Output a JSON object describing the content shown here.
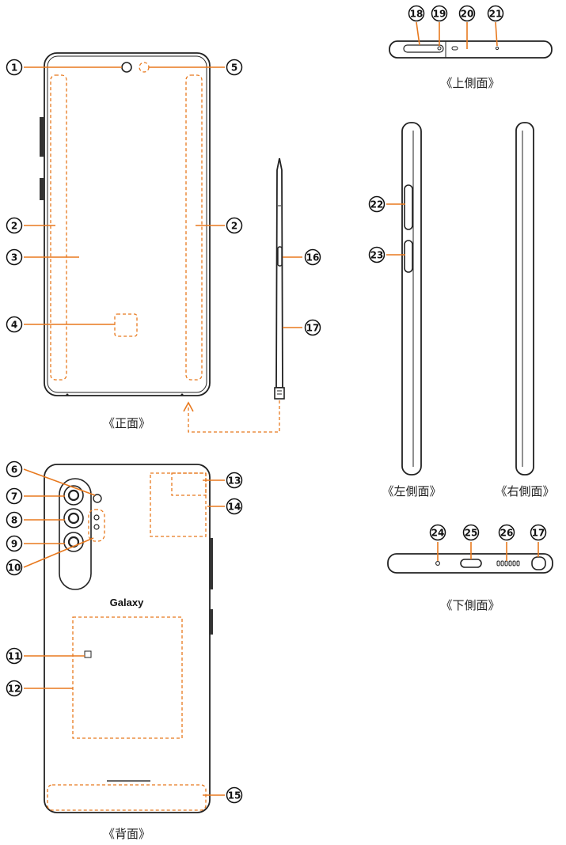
{
  "captions": {
    "front": "《正面》",
    "back": "《背面》",
    "top": "《上側面》",
    "left": "《左側面》",
    "right": "《右側面》",
    "bottom": "《下側面》"
  },
  "brand": "Galaxy",
  "callouts": [
    "1",
    "2",
    "3",
    "4",
    "5",
    "6",
    "7",
    "8",
    "9",
    "10",
    "11",
    "12",
    "13",
    "14",
    "15",
    "16",
    "17",
    "18",
    "19",
    "20",
    "21",
    "22",
    "23",
    "24",
    "25",
    "26"
  ],
  "accent_color": "#e8791e"
}
